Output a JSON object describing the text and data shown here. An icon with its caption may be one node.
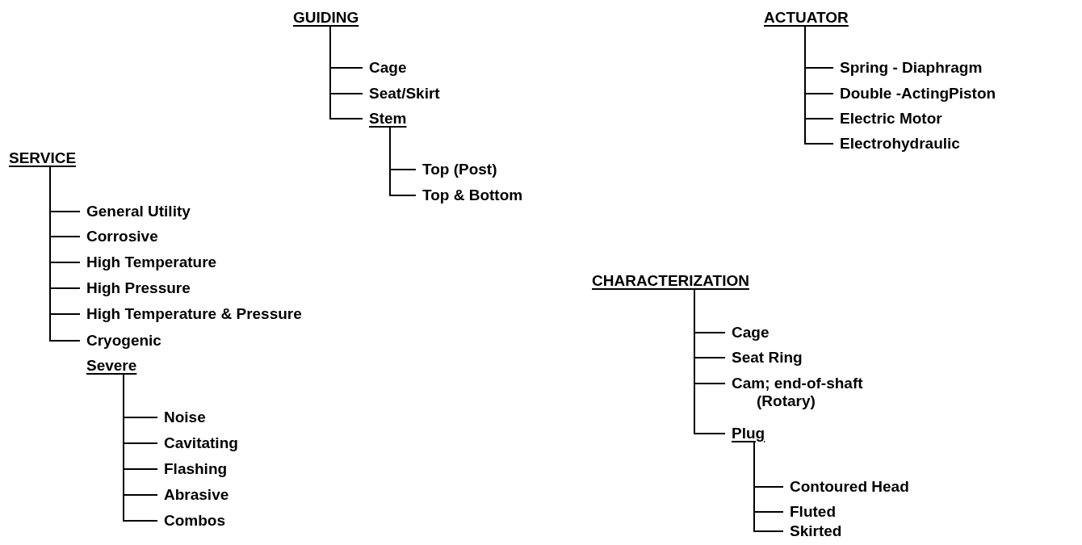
{
  "diagram": {
    "nodes": [
      {
        "text": [
          "GUIDING"
        ]
      },
      {
        "text": [
          "Cage"
        ]
      },
      {
        "text": [
          "Seat/Skirt"
        ]
      },
      {
        "text": [
          "Stem"
        ]
      },
      {
        "text": [
          "Top (Post)"
        ]
      },
      {
        "text": [
          "Top & Bottom"
        ]
      },
      {
        "text": [
          "ACTUATOR"
        ]
      },
      {
        "text": [
          "Spring - Diaphragm"
        ]
      },
      {
        "text": [
          "Double -ActingPiston"
        ]
      },
      {
        "text": [
          "Electric Motor"
        ]
      },
      {
        "text": [
          "Electrohydraulic"
        ]
      },
      {
        "text": [
          "SERVICE"
        ]
      },
      {
        "text": [
          "General Utility"
        ]
      },
      {
        "text": [
          "Corrosive"
        ]
      },
      {
        "text": [
          "High Temperature"
        ]
      },
      {
        "text": [
          "High Pressure"
        ]
      },
      {
        "text": [
          "High Temperature & Pressure"
        ]
      },
      {
        "text": [
          "Cryogenic"
        ]
      },
      {
        "text": [
          "Severe"
        ]
      },
      {
        "text": [
          "Noise"
        ]
      },
      {
        "text": [
          "Cavitating"
        ]
      },
      {
        "text": [
          "Flashing"
        ]
      },
      {
        "text": [
          "Abrasive"
        ]
      },
      {
        "text": [
          "Combos"
        ]
      },
      {
        "text": [
          "CHARACTERIZATION"
        ]
      },
      {
        "text": [
          "Cage"
        ]
      },
      {
        "text": [
          "Seat Ring"
        ]
      },
      {
        "text": [
          "Cam; end-of-shaft (Rotary)"
        ]
      },
      {
        "text": [
          "Plug"
        ]
      },
      {
        "text": [
          "Contoured Head"
        ]
      },
      {
        "text": [
          "Fluted"
        ]
      },
      {
        "text": [
          "Skirted"
        ]
      }
    ],
    "edges": [
      {
        "from": 0,
        "to": 1,
        "arrow": "none"
      },
      {
        "from": 0,
        "to": 2,
        "arrow": "none"
      },
      {
        "from": 0,
        "to": 3,
        "arrow": "none"
      },
      {
        "from": 3,
        "to": 4,
        "arrow": "none"
      },
      {
        "from": 3,
        "to": 5,
        "arrow": "none"
      },
      {
        "from": 6,
        "to": 7,
        "arrow": "none"
      },
      {
        "from": 6,
        "to": 8,
        "arrow": "none"
      },
      {
        "from": 6,
        "to": 9,
        "arrow": "none"
      },
      {
        "from": 6,
        "to": 10,
        "arrow": "none"
      },
      {
        "from": 11,
        "to": 12,
        "arrow": "none"
      },
      {
        "from": 11,
        "to": 13,
        "arrow": "none"
      },
      {
        "from": 11,
        "to": 14,
        "arrow": "none"
      },
      {
        "from": 11,
        "to": 15,
        "arrow": "none"
      },
      {
        "from": 11,
        "to": 16,
        "arrow": "none"
      },
      {
        "from": 11,
        "to": 17,
        "arrow": "none"
      },
      {
        "from": 18,
        "to": 19,
        "arrow": "none"
      },
      {
        "from": 18,
        "to": 20,
        "arrow": "none"
      },
      {
        "from": 18,
        "to": 21,
        "arrow": "none"
      },
      {
        "from": 18,
        "to": 22,
        "arrow": "none"
      },
      {
        "from": 18,
        "to": 23,
        "arrow": "none"
      },
      {
        "from": 24,
        "to": 25,
        "arrow": "none"
      },
      {
        "from": 24,
        "to": 26,
        "arrow": "none"
      },
      {
        "from": 24,
        "to": 27,
        "arrow": "none"
      },
      {
        "from": 24,
        "to": 28,
        "arrow": "none"
      },
      {
        "from": 28,
        "to": 29,
        "arrow": "none"
      },
      {
        "from": 28,
        "to": 30,
        "arrow": "none"
      },
      {
        "from": 28,
        "to": 31,
        "arrow": "none"
      }
    ]
  }
}
